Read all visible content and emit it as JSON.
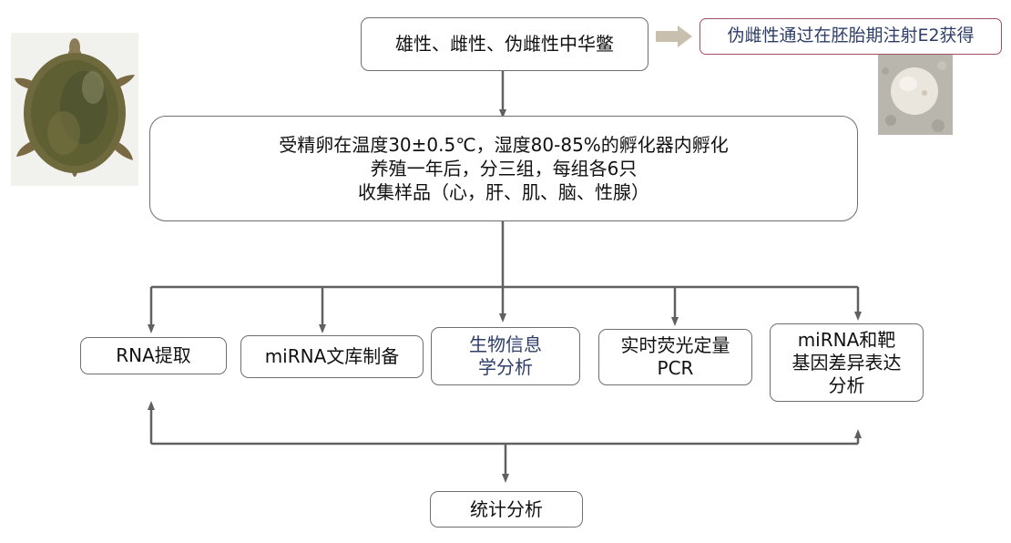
{
  "nodes": {
    "species": "雄性、雌性、伪雌性中华鳖",
    "note": "伪雌性通过在胚胎期注射E2获得",
    "process": {
      "lines": [
        "受精卵在温度30±0.5℃，湿度80-85%的孵化器内孵化",
        "养殖一年后，分三组，每组各6只",
        "收集样品（心，肝、肌、脑、性腺）"
      ]
    },
    "rna": "RNA提取",
    "library": "miRNA文库制备",
    "bioinfo": {
      "lines": [
        "生物信息",
        "学分析"
      ]
    },
    "qpcr": {
      "lines": [
        "实时荧光定量",
        "PCR"
      ]
    },
    "expression": {
      "lines": [
        "miRNA和靶",
        "基因差异表达",
        "分析"
      ]
    },
    "stats": "统计分析"
  },
  "colors": {
    "line": "#606060",
    "box_border": "#6f6f6f",
    "note_border": "#a05060",
    "note_text": "#2e3e68",
    "bioinfo_text": "#2e3e68",
    "note_arrow": "#c8bfae"
  },
  "images": {
    "turtle": "turtle-photo",
    "egg": "egg-photo"
  }
}
